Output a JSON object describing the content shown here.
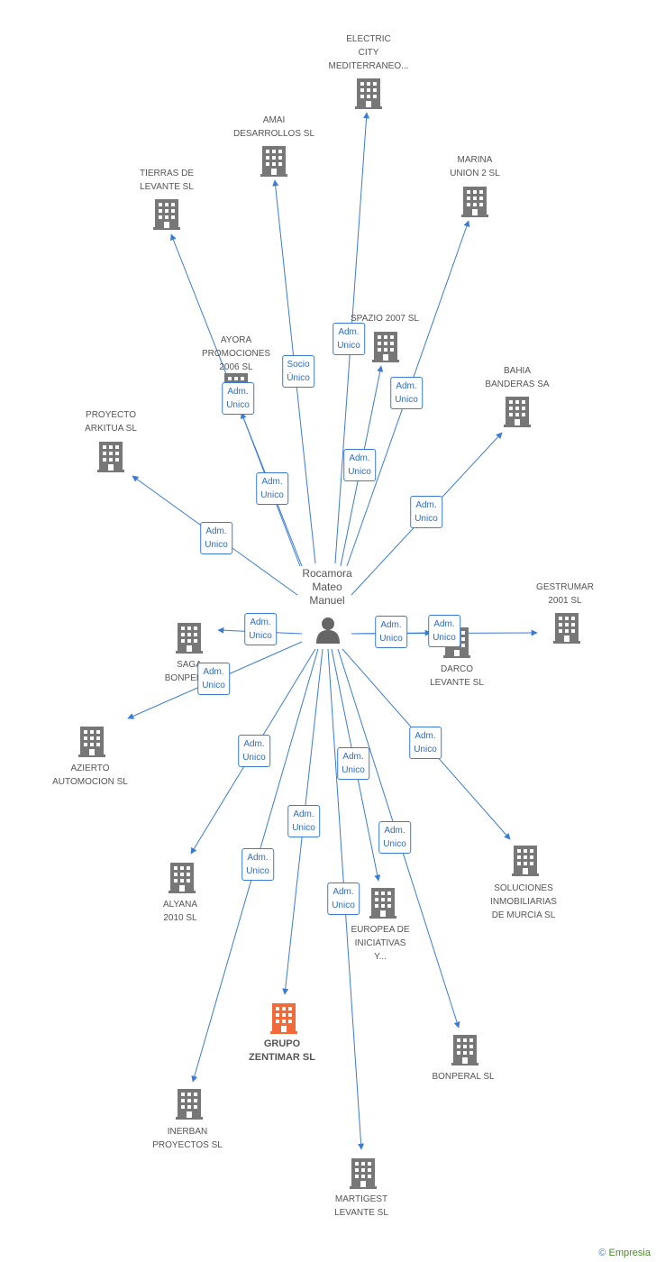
{
  "center": {
    "label": "Rocamora\nMateo\nManuel",
    "icon": "person-icon"
  },
  "nodes": [
    {
      "id": "electric",
      "label": "ELECTRIC\nCITY\nMEDITERRANEO...",
      "relation": "Adm.\nUnico",
      "focus": false
    },
    {
      "id": "amai",
      "label": "AMAI\nDESARROLLOS SL",
      "relation": "Socio\nÚnico",
      "focus": false
    },
    {
      "id": "tierras",
      "label": "TIERRAS DE\nLEVANTE SL",
      "relation": "Adm.\nUnico",
      "focus": false
    },
    {
      "id": "marina",
      "label": "MARINA\nUNION 2 SL",
      "relation": "Adm.\nUnico",
      "focus": false
    },
    {
      "id": "spazio",
      "label": "SPAZIO 2007 SL",
      "relation": "Adm.\nUnico",
      "focus": false
    },
    {
      "id": "ayora",
      "label": "AYORA\nPROMOCIONES\n2006 SL",
      "relation": "Adm.\nUnico",
      "focus": false
    },
    {
      "id": "bahia",
      "label": "BAHIA\nBANDERAS SA",
      "relation": "Adm.\nUnico",
      "focus": false
    },
    {
      "id": "proyecto",
      "label": "PROYECTO\nARKITUA SL",
      "relation": "Adm.\nUnico",
      "focus": false
    },
    {
      "id": "gestrumar",
      "label": "GESTRUMAR\n2001 SL",
      "relation": "Adm.\nUnico",
      "focus": false
    },
    {
      "id": "darco",
      "label": "DARCO\nLEVANTE SL",
      "relation": "Adm.\nUnico",
      "focus": false
    },
    {
      "id": "saga",
      "label": "SAGA\nBONPERAL",
      "relation": "Adm.\nUnico",
      "focus": false
    },
    {
      "id": "azierto",
      "label": "AZIERTO\nAUTOMOCION SL",
      "relation": "Adm.\nUnico",
      "focus": false
    },
    {
      "id": "soluciones",
      "label": "SOLUCIONES\nINMOBILIARIAS\nDE MURCIA SL",
      "relation": "Adm.\nUnico",
      "focus": false
    },
    {
      "id": "alyana",
      "label": "ALYANA\n2010 SL",
      "relation": "Adm.\nUnico",
      "focus": false
    },
    {
      "id": "europea",
      "label": "EUROPEA DE\nINICIATIVAS\nY...",
      "relation": "Adm.\nUnico",
      "focus": false
    },
    {
      "id": "grupo",
      "label": "GRUPO\nZENTIMAR SL",
      "relation": "Adm.\nUnico",
      "focus": true
    },
    {
      "id": "bonperal",
      "label": "BONPERAL SL",
      "relation": "Adm.\nUnico",
      "focus": false
    },
    {
      "id": "inerban",
      "label": "INERBAN\nPROYECTOS SL",
      "relation": "Adm.\nUnico",
      "focus": false
    },
    {
      "id": "martigest",
      "label": "MARTIGEST\nLEVANTE SL",
      "relation": "Adm.\nUnico",
      "focus": false
    }
  ],
  "colors": {
    "edge": "#3a7bd5",
    "building": "#777777",
    "focus_building": "#f26a3a"
  },
  "footer": {
    "copyright": "©",
    "brand": "Empresia"
  }
}
